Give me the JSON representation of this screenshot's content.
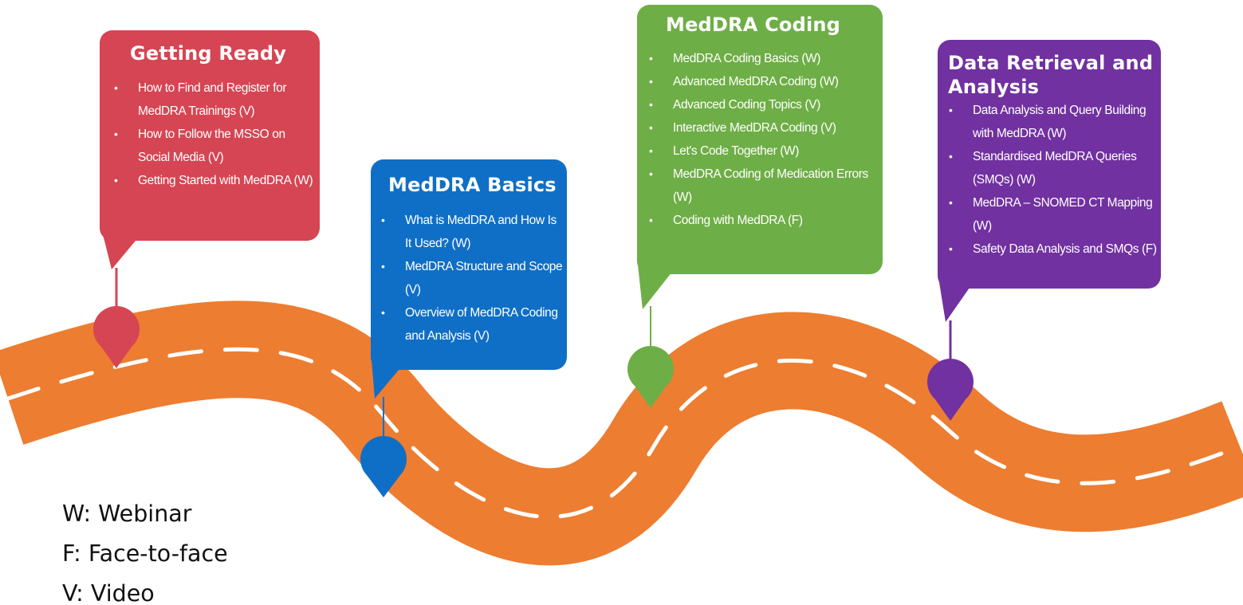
{
  "colors": {
    "road": "#ed7d31",
    "road_dash": "#ffffff",
    "getting_ready": "#d64553",
    "basics": "#0f6fc6",
    "coding": "#6eae46",
    "data_retrieval": "#7131a1"
  },
  "stages": {
    "getting_ready": {
      "title": "Getting Ready",
      "items": [
        "How to Find and Register for MedDRA Trainings (V)",
        "How to Follow the MSSO on Social Media (V)",
        "Getting Started with MedDRA (W)"
      ]
    },
    "basics": {
      "title": "MedDRA Basics",
      "items": [
        "What is MedDRA and How Is It Used? (W)",
        "MedDRA Structure and Scope (V)",
        "Overview of MedDRA Coding and Analysis (V)"
      ]
    },
    "coding": {
      "title": "MedDRA Coding",
      "items": [
        "MedDRA Coding Basics (W)",
        "Advanced MedDRA Coding (W)",
        "Advanced Coding Topics (V)",
        "Interactive MedDRA Coding (V)",
        "Let's Code Together (W)",
        "MedDRA Coding of Medication Errors (W)",
        "Coding with MedDRA (F)"
      ]
    },
    "data_retrieval": {
      "title": "Data Retrieval and Analysis",
      "items": [
        "Data Analysis and Query Building with MedDRA (W)",
        "Standardised MedDRA Queries (SMQs) (W)",
        "MedDRA – SNOMED CT Mapping (W)",
        "Safety Data Analysis and SMQs (F)"
      ]
    }
  },
  "legend": {
    "webinar": "W: Webinar",
    "face_to_face": "F: Face-to-face",
    "video": "V: Video"
  }
}
